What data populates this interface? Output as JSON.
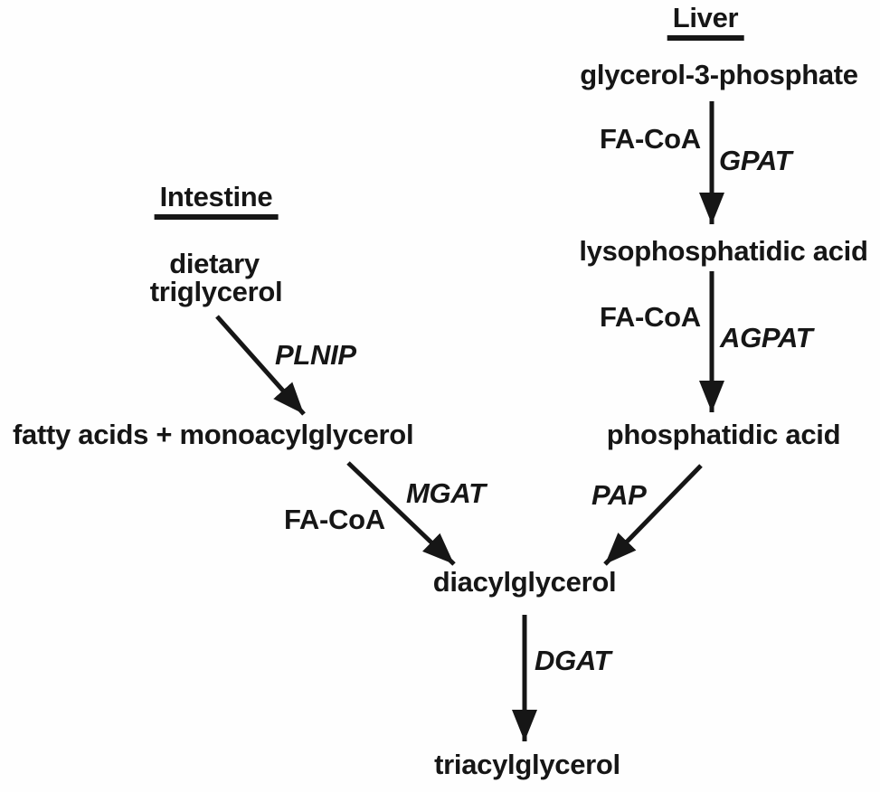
{
  "colors": {
    "ink": "#161616",
    "background": "#fefefe"
  },
  "liver": {
    "heading": "Liver",
    "node_g3p": "glycerol-3-phosphate",
    "step_gpat": {
      "cofactor": "FA-CoA",
      "enzyme": "GPAT"
    },
    "node_lpa": "lysophosphatidic acid",
    "step_agpat": {
      "cofactor": "FA-CoA",
      "enzyme": "AGPAT"
    },
    "node_pa": "phosphatidic acid",
    "step_pap": {
      "enzyme": "PAP"
    }
  },
  "intestine": {
    "heading": "Intestine",
    "node_dietary_line1": "dietary",
    "node_dietary_line2": "triglycerol",
    "step_plnip": {
      "enzyme": "PLNIP"
    },
    "node_fa_mag": "fatty acids + monoacylglycerol",
    "step_mgat": {
      "cofactor": "FA-CoA",
      "enzyme": "MGAT"
    }
  },
  "common": {
    "node_dag": "diacylglycerol",
    "step_dgat": {
      "enzyme": "DGAT"
    },
    "node_tag": "triacylglycerol"
  }
}
